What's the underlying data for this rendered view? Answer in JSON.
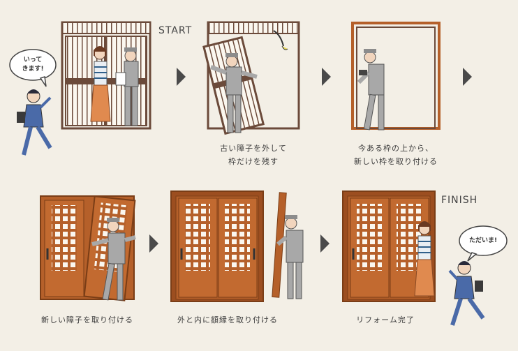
{
  "tags": {
    "start": "START",
    "finish": "FINISH"
  },
  "bubbles": {
    "leave": "いって\nきます!",
    "back": "ただいま!"
  },
  "steps": [
    {
      "caption": "古い障子を外して\n枠だけを残す"
    },
    {
      "caption": "今ある枠の上から、\n新しい枠を取り付ける"
    },
    {
      "caption": "新しい障子を取り付ける"
    },
    {
      "caption": "外と内に額縁を取り付ける"
    },
    {
      "caption": "リフォーム完了"
    }
  ],
  "colors": {
    "wood": "#b5602a",
    "wood_dark": "#7a3d16",
    "frame": "#6b4a3a",
    "arrow": "#4a4a4a",
    "worker": "#8c8c8c"
  }
}
